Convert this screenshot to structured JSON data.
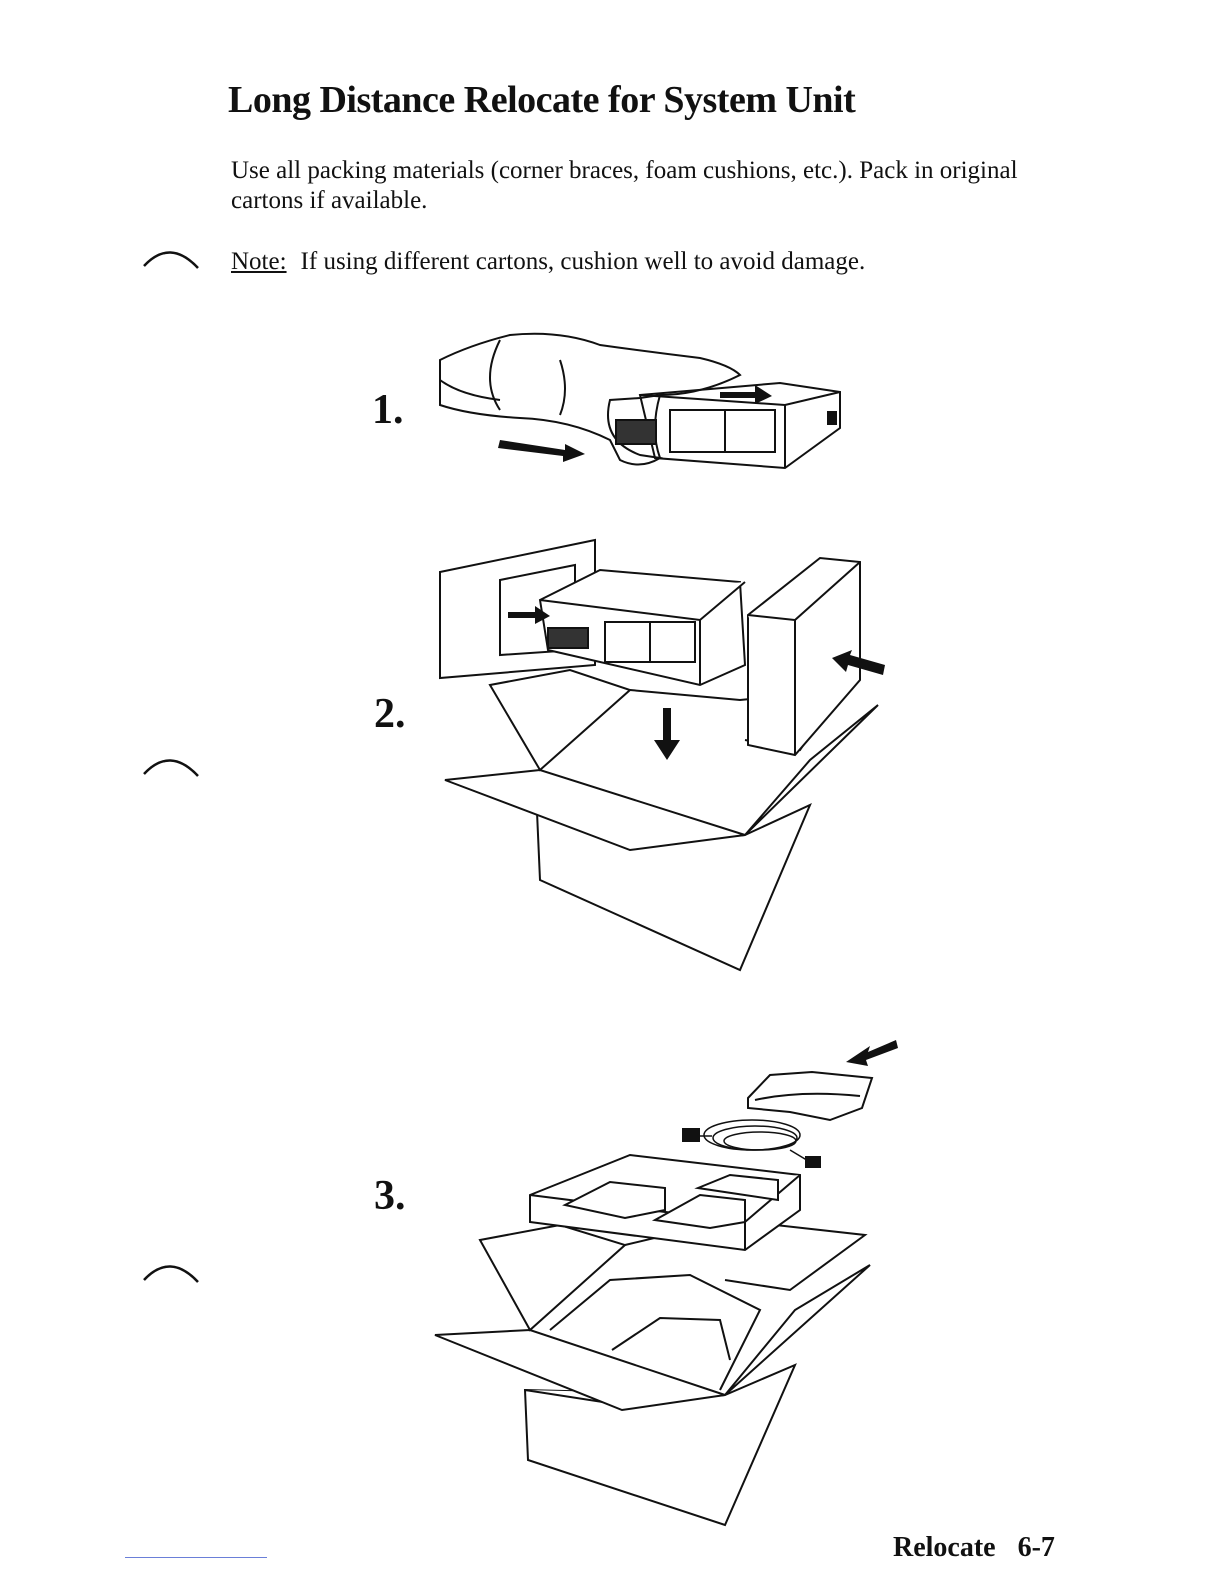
{
  "document": {
    "title": "Long Distance Relocate for System Unit",
    "paragraph": "Use all packing materials (corner braces, foam cushions, etc.). Pack in original cartons if available.",
    "note_label": "Note:",
    "note_text": "If using different cartons, cushion well to avoid damage.",
    "steps": [
      "1.",
      "2.",
      "3."
    ],
    "footer_section": "Relocate",
    "footer_page": "6-7"
  },
  "figures": {
    "step1": "system-unit-in-plastic-bag",
    "step2": "unit-with-foam-end-caps-lowered-into-carton",
    "step3": "accessory-tray-power-cord-and-bag-into-carton"
  }
}
